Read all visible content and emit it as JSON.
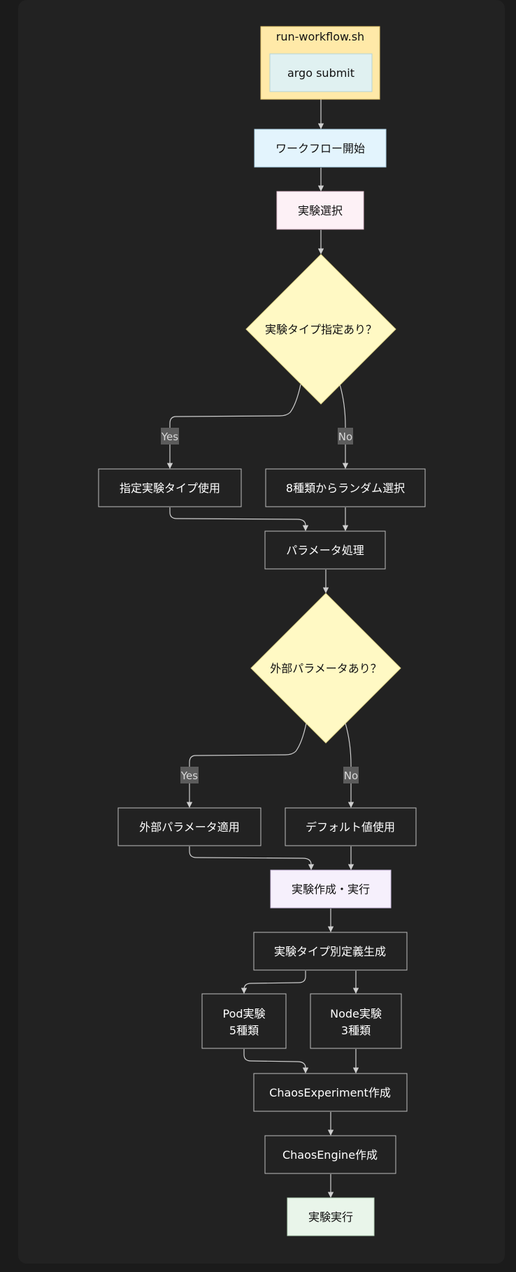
{
  "diagram": {
    "subgraph": {
      "title": "run-workflow.sh",
      "inner": "argo submit"
    },
    "nodes": {
      "start": "ワークフロー開始",
      "select": "実験選択",
      "decision1": "実験タイプ指定あり？",
      "specified": "指定実験タイプ使用",
      "random": "8種類からランダム選択",
      "params": "パラメータ処理",
      "decision2": "外部パラメータあり？",
      "external": "外部パラメータ適用",
      "default": "デフォルト値使用",
      "create_run": "実験作成・実行",
      "define": "実験タイプ別定義生成",
      "pod": {
        "line1": "Pod実験",
        "line2": "5種類"
      },
      "node": {
        "line1": "Node実験",
        "line2": "3種類"
      },
      "chaos_experiment": "ChaosExperiment作成",
      "chaos_engine": "ChaosEngine作成",
      "run": "実験実行"
    },
    "edge_labels": {
      "yes": "Yes",
      "no": "No"
    }
  },
  "colors": {
    "background": "#222222",
    "edge": "#cfcfcf",
    "decision_fill": "#fff9c4",
    "subgraph_fill": "#ffe9a8",
    "argo_fill": "#e0f1f1",
    "start_fill": "#e3f4fd",
    "select_fill": "#fdf1f6",
    "create_fill": "#f6f0fc",
    "run_fill": "#e9f5ea"
  }
}
